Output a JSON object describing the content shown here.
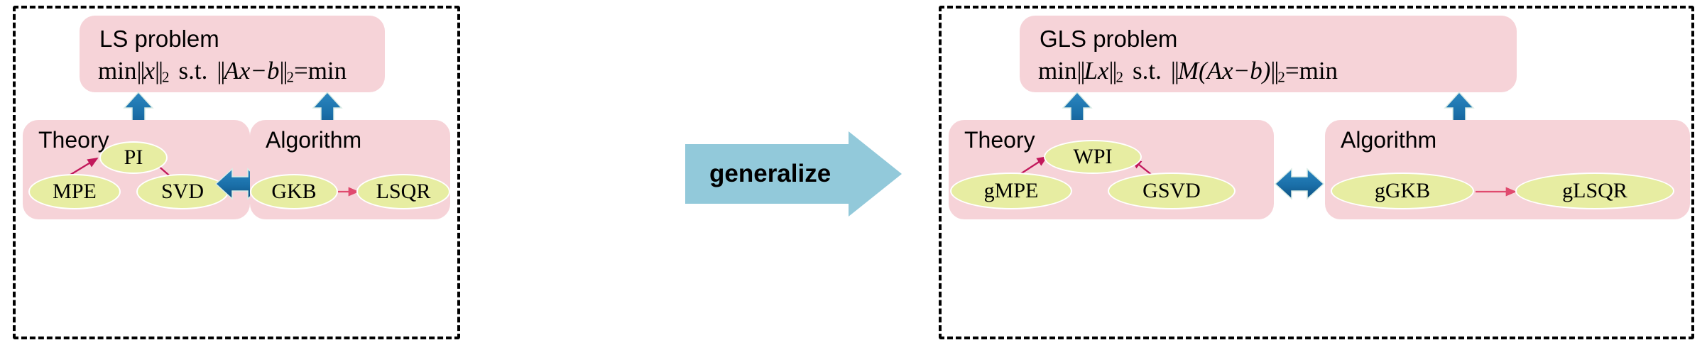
{
  "diagram": {
    "title": "LS to GLS generalization diagram",
    "colors": {
      "panel_border": "#000000",
      "box_pink": "#f6d3d8",
      "ellipse_green": "#e7eda2",
      "arrow_blue": "#1a6fa8",
      "arrow_crimson": "#c2185b",
      "banner_lightblue": "#92c9da"
    }
  },
  "left_panel": {
    "problem": {
      "title": "LS problem",
      "formula_parts": {
        "min1": "min",
        "bar_open": "||",
        "arg": "x",
        "bar_close": "||",
        "sub": "2",
        "st": "s.t.",
        "res_open": "||",
        "residual": "Ax−b",
        "res_close": "||",
        "res_sub": "2",
        "eq": "=min"
      },
      "formula_text": "min||x||₂ s.t. ||Ax−b||₂=min"
    },
    "theory": {
      "label": "Theory",
      "nodes": [
        {
          "id": "pi",
          "label": "PI"
        },
        {
          "id": "mpe",
          "label": "MPE"
        },
        {
          "id": "svd",
          "label": "SVD"
        }
      ],
      "edges": [
        {
          "from": "mpe",
          "to": "pi",
          "style": "double"
        },
        {
          "from": "svd",
          "to": "pi",
          "style": "single"
        }
      ]
    },
    "algorithm": {
      "label": "Algorithm",
      "nodes": [
        {
          "id": "gkb",
          "label": "GKB"
        },
        {
          "id": "lsqr",
          "label": "LSQR"
        }
      ],
      "edges": [
        {
          "from": "gkb",
          "to": "lsqr",
          "style": "single"
        }
      ]
    },
    "connectors": {
      "problem_to_theory": "double-vertical-arrow",
      "problem_to_algorithm": "double-vertical-arrow",
      "theory_to_algorithm": "double-horizontal-arrow"
    }
  },
  "center": {
    "banner_label": "generalize"
  },
  "right_panel": {
    "problem": {
      "title": "GLS problem",
      "formula_parts": {
        "min1": "min",
        "bar_open": "||",
        "arg": "Lx",
        "bar_close": "||",
        "sub": "2",
        "st": "s.t.",
        "res_open": "||",
        "residual": "M(Ax−b)",
        "res_close": "||",
        "res_sub": "2",
        "eq": "=min"
      },
      "formula_text": "min||Lx||₂ s.t. ||M(Ax−b)||₂=min"
    },
    "theory": {
      "label": "Theory",
      "nodes": [
        {
          "id": "wpi",
          "label": "WPI"
        },
        {
          "id": "gmpe",
          "label": "gMPE"
        },
        {
          "id": "gsvd",
          "label": "GSVD"
        }
      ],
      "edges": [
        {
          "from": "gmpe",
          "to": "wpi",
          "style": "double"
        },
        {
          "from": "gsvd",
          "to": "wpi",
          "style": "single"
        }
      ]
    },
    "algorithm": {
      "label": "Algorithm",
      "nodes": [
        {
          "id": "ggkb",
          "label": "gGKB"
        },
        {
          "id": "glsqr",
          "label": "gLSQR"
        }
      ],
      "edges": [
        {
          "from": "ggkb",
          "to": "glsqr",
          "style": "single"
        }
      ]
    },
    "connectors": {
      "problem_to_theory": "double-vertical-arrow",
      "problem_to_algorithm": "double-vertical-arrow",
      "theory_to_algorithm": "double-horizontal-arrow"
    }
  }
}
